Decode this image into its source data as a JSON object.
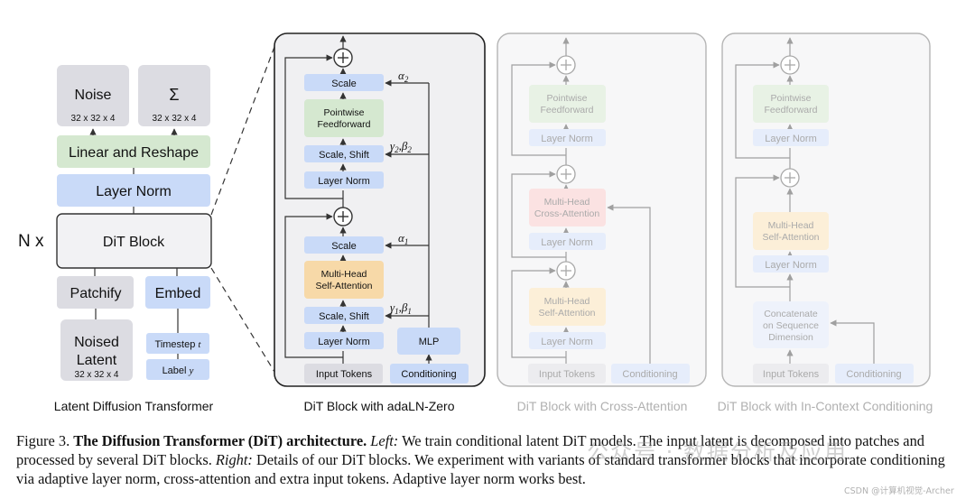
{
  "left": {
    "noise": "Noise",
    "noise_dim": "32 x 32 x 4",
    "sigma": "Σ",
    "sigma_dim": "32 x 32 x 4",
    "linear_reshape": "Linear and Reshape",
    "layer_norm": "Layer Norm",
    "n_x": "N x",
    "dit_block": "DiT Block",
    "patchify": "Patchify",
    "embed": "Embed",
    "noised_latent_1": "Noised",
    "noised_latent_2": "Latent",
    "noised_dim": "32 x 32 x 4",
    "timestep": "Timestep",
    "timestep_var": "t",
    "label": "Label",
    "label_var": "y",
    "title": "Latent Diffusion Transformer"
  },
  "adaln": {
    "title": "DiT Block with adaLN-Zero",
    "scale_top": "Scale",
    "pointwise_1": "Pointwise",
    "pointwise_2": "Feedforward",
    "scale_shift_top": "Scale, Shift",
    "layer_norm_top": "Layer Norm",
    "scale_bot": "Scale",
    "mhsa_1": "Multi-Head",
    "mhsa_2": "Self-Attention",
    "scale_shift_bot": "Scale, Shift",
    "layer_norm_bot": "Layer Norm",
    "mlp": "MLP",
    "input_tokens": "Input Tokens",
    "conditioning": "Conditioning",
    "alpha2": "α",
    "alpha2_sub": "2",
    "gamma2": "γ",
    "gamma2_sub": "2",
    "beta2": "β",
    "beta2_sub": "2",
    "alpha1": "α",
    "alpha1_sub": "1",
    "gamma1": "γ",
    "gamma1_sub": "1",
    "beta1": "β",
    "beta1_sub": "1"
  },
  "cross": {
    "title": "DiT Block with Cross-Attention",
    "pointwise_1": "Pointwise",
    "pointwise_2": "Feedforward",
    "layer_norm_1": "Layer Norm",
    "mhca_1": "Multi-Head",
    "mhca_2": "Cross-Attention",
    "layer_norm_2": "Layer Norm",
    "mhsa_1": "Multi-Head",
    "mhsa_2": "Self-Attention",
    "layer_norm_3": "Layer Norm",
    "input_tokens": "Input Tokens",
    "conditioning": "Conditioning"
  },
  "incontext": {
    "title": "DiT Block with In-Context Conditioning",
    "pointwise_1": "Pointwise",
    "pointwise_2": "Feedforward",
    "layer_norm_1": "Layer Norm",
    "mhsa_1": "Multi-Head",
    "mhsa_2": "Self-Attention",
    "layer_norm_2": "Layer Norm",
    "concat_1": "Concatenate",
    "concat_2": "on Sequence",
    "concat_3": "Dimension",
    "input_tokens": "Input Tokens",
    "conditioning": "Conditioning"
  },
  "caption": {
    "prefix": "Figure 3. ",
    "bold": "The Diffusion Transformer (DiT) architecture.",
    "left_label": "Left:",
    "text1": " We train conditional latent DiT models. The input latent is decomposed into patches and processed by several DiT blocks. ",
    "right_label": "Right:",
    "text2": " Details of our DiT blocks. We experiment with variants of standard transformer blocks that incorporate conditioning via adaptive layer norm, cross-attention and extra input tokens. Adaptive layer norm works best."
  },
  "watermark": {
    "main": "公众号 · 数据分析及应用",
    "small": "CSDN @计算机视觉-Archer"
  },
  "colors": {
    "gray_box": "#dcdce2",
    "green_box": "#d5e8d0",
    "blue_box": "#c9daf8",
    "orange_box": "#f7d9a8",
    "red_box": "#f5cccc",
    "panel_bg": "#f0f0f2"
  }
}
